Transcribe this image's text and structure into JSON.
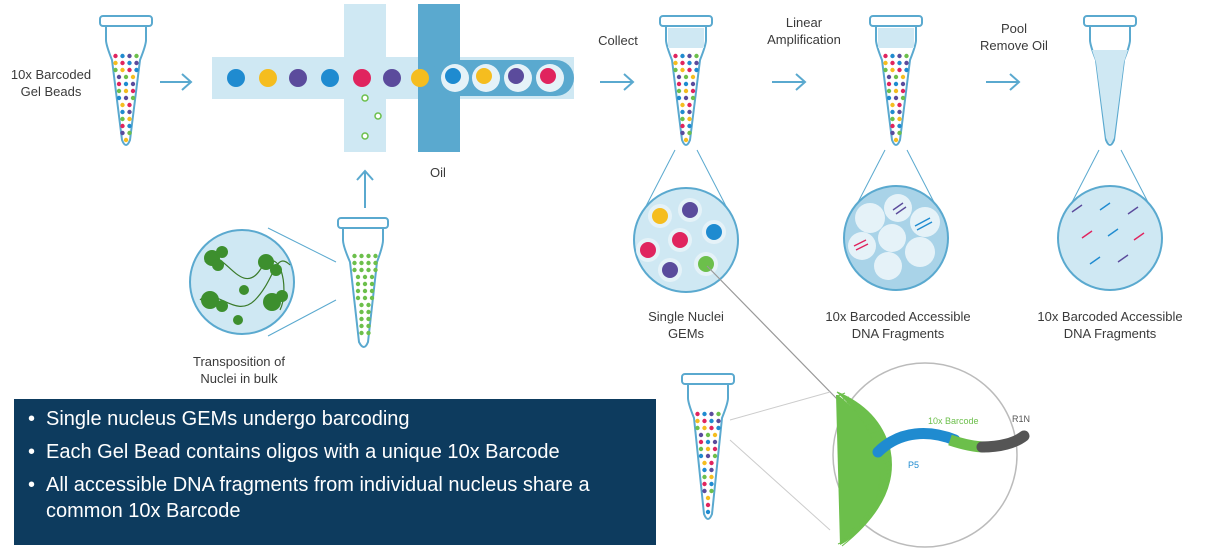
{
  "labels": {
    "gel_beads": [
      "10x Barcoded",
      "Gel Beads"
    ],
    "oil": "Oil",
    "transposition": [
      "Transposition of",
      "Nuclei in bulk"
    ],
    "collect": "Collect",
    "linear_amplification": [
      "Linear",
      "Amplification"
    ],
    "pool_remove_oil": [
      "Pool",
      "Remove Oil"
    ],
    "single_nuclei_gems": [
      "Single Nuclei",
      "GEMs"
    ],
    "barcoded_fragments_1": [
      "10x Barcoded Accessible",
      "DNA Fragments"
    ],
    "barcoded_fragments_2": [
      "10x Barcoded Accessible",
      "DNA Fragments"
    ]
  },
  "oligo": {
    "barcode": "10x Barcode",
    "r1n": "R1N",
    "p5": "P5"
  },
  "bullets": [
    "Single nucleus GEMs undergo barcoding",
    "Each Gel Bead contains oligos with a unique 10x Barcode",
    "All accessible DNA fragments from individual nucleus share a",
    "common 10x Barcode"
  ],
  "colors": {
    "bead_blue": "#1f8bd0",
    "bead_yellow": "#f5bd1f",
    "bead_purple": "#5b4b9c",
    "bead_red": "#e0245e",
    "bead_green": "#6cbf4b",
    "channel": "#cfe8f3",
    "oil": "#5aa9cf",
    "box": "#0d3b5e"
  }
}
